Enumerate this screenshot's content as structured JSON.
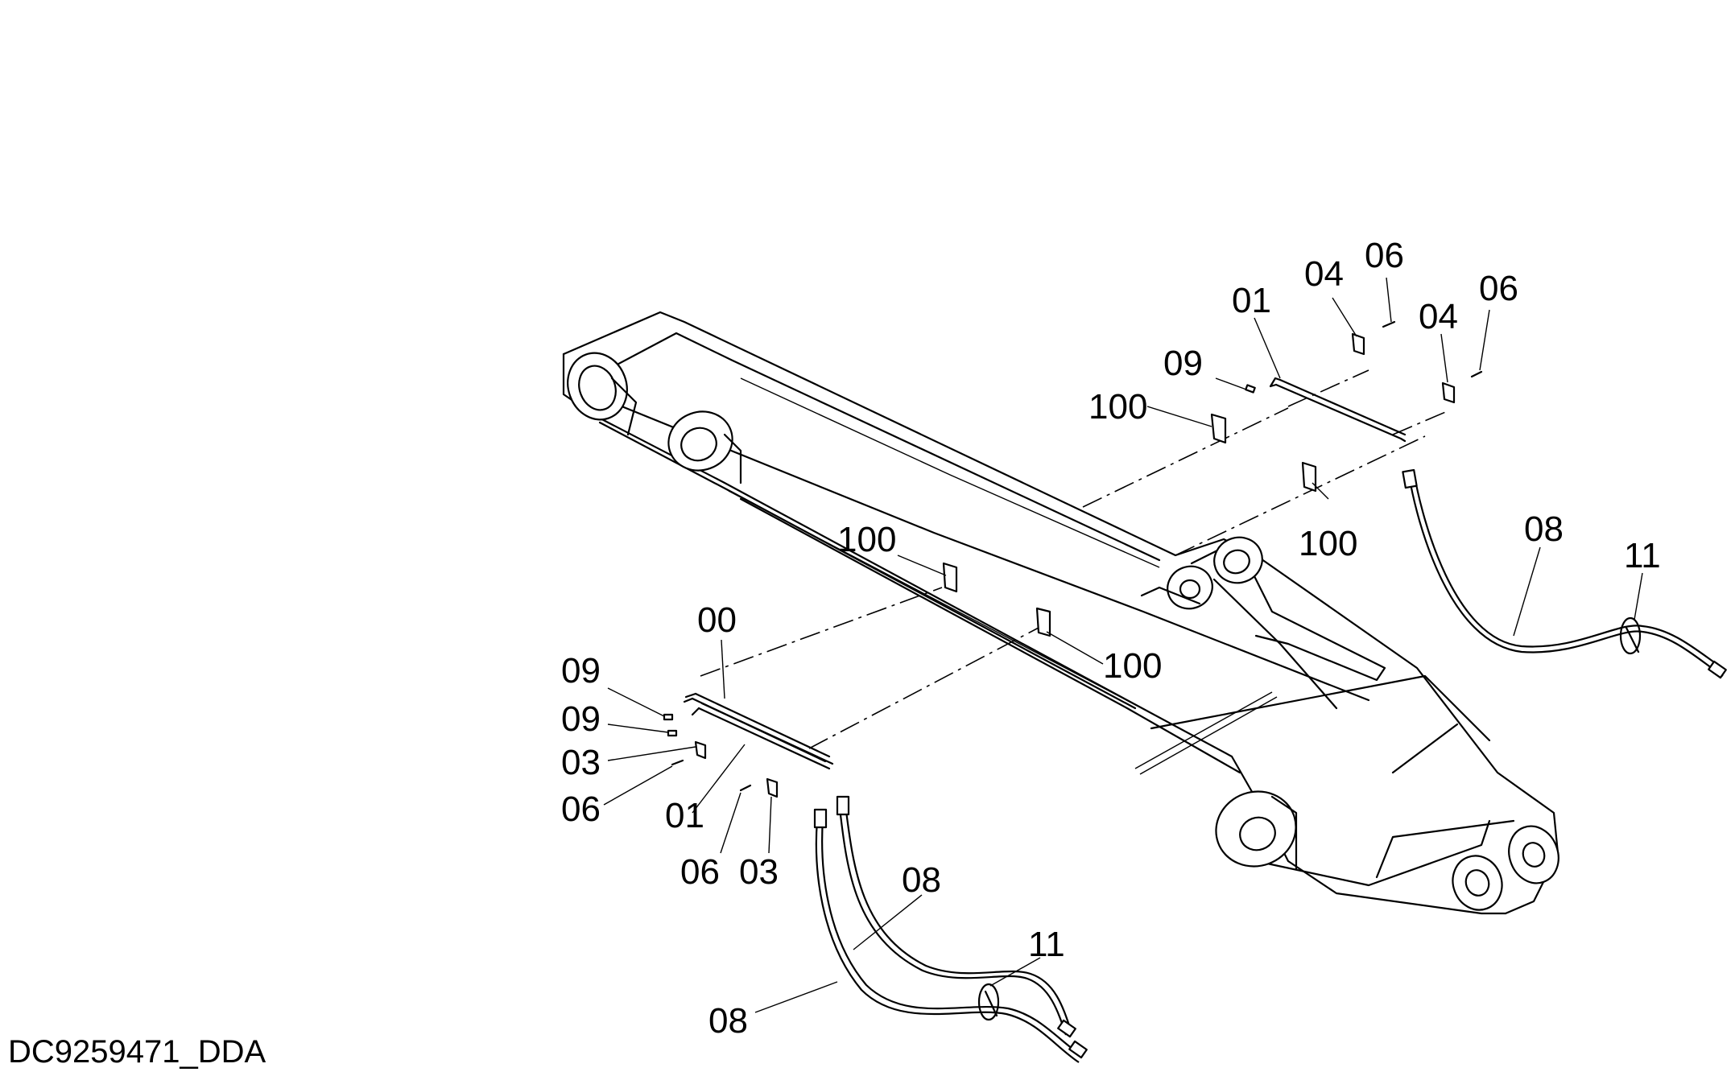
{
  "drawing_code": "DC9259471_DDA",
  "labels": {
    "l01_top": "01",
    "l04_a": "04",
    "l06_a": "06",
    "l04_b": "04",
    "l06_b": "06",
    "l09_top": "09",
    "l100_a": "100",
    "l100_b": "100",
    "l100_c": "100",
    "l100_d": "100",
    "l08_right": "08",
    "l11_right": "11",
    "l00": "00",
    "l09_b": "09",
    "l09_c": "09",
    "l03_a": "03",
    "l06_c": "06",
    "l01_bottom": "01",
    "l06_d": "06",
    "l03_b": "03",
    "l08_mid": "08",
    "l11_bottom": "11",
    "l08_bottom": "08"
  }
}
